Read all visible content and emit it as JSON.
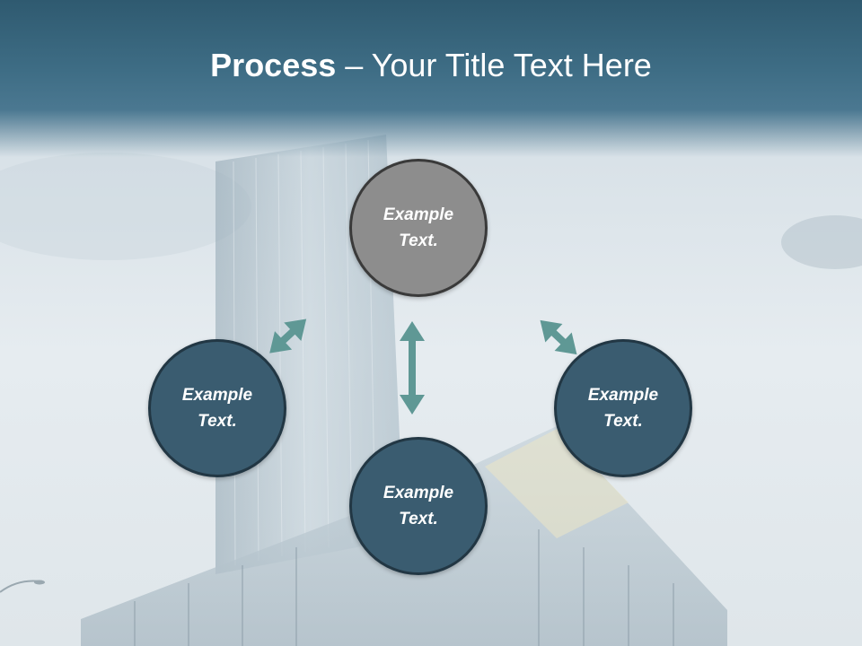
{
  "title": {
    "bold": "Process",
    "rest": " – Your Title Text Here"
  },
  "nodes": {
    "top": "Example Text.",
    "left": "Example Text.",
    "bottom": "Example Text.",
    "right": "Example Text."
  },
  "colors": {
    "header": "#3e6d85",
    "circle_dark": "#3a5c70",
    "circle_top": "#8d8d8d",
    "arrow": "#5f9895",
    "title_text": "#ffffff"
  }
}
